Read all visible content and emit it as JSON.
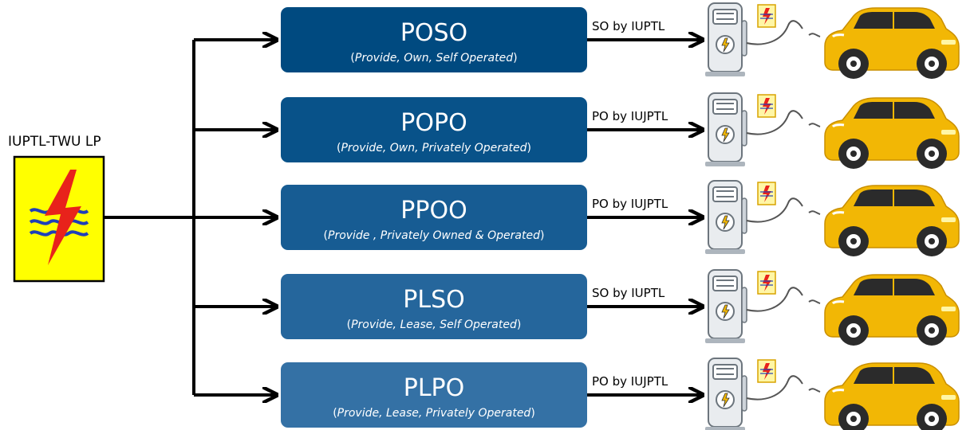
{
  "source": {
    "title": "IUPTL-TWU LP",
    "icon": "pln-logo-icon",
    "colors": {
      "fill": "#ffff00",
      "bolt": "#e8221b",
      "waves": "#1f3fb8"
    }
  },
  "schemes": [
    {
      "code": "POSO",
      "desc_open": "(",
      "desc_italic": "Provide, Own, Self Operated",
      "desc_close": ")",
      "operator_label": "SO by IUPTL",
      "color": "#004a80"
    },
    {
      "code": "POPO",
      "desc_open": "(",
      "desc_italic": "Provide, Own, Privately Operated",
      "desc_close": ")",
      "operator_label": "PO by IUJPTL",
      "color": "#085289"
    },
    {
      "code": "PPOO",
      "desc_open": "(",
      "desc_italic": "Provide , Privately Owned & Operated",
      "desc_close": ")",
      "operator_label": "PO by IUJPTL",
      "color": "#175c93"
    },
    {
      "code": "PLSO",
      "desc_open": "(",
      "desc_italic": "Provide, Lease, Self Operated",
      "desc_close": ")",
      "operator_label": "SO by IUPTL",
      "color": "#25669c"
    },
    {
      "code": "PLPO",
      "desc_open": "(",
      "desc_italic": "Provide, Lease, Privately Operated",
      "desc_close": ")",
      "operator_label": "PO by IUJPTL",
      "color": "#3471a5"
    }
  ],
  "icons": {
    "charger": "ev-charging-station-icon",
    "car": "electric-car-icon"
  },
  "colors": {
    "car_body": "#f2b705",
    "car_dark": "#2b2b2b",
    "charger_body": "#e9ecef",
    "charger_outline": "#6c757d"
  }
}
